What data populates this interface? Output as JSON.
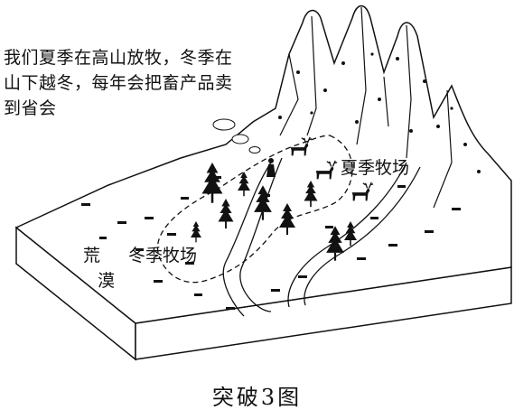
{
  "speech": {
    "lines": [
      "我们夏季在高山放牧，冬季在",
      "山下越冬，每年会把畜产品卖",
      "到省会"
    ]
  },
  "labels": {
    "summer_pasture": "夏季牧场",
    "winter_pasture": "冬季牧场",
    "desert_1": "荒",
    "desert_2": "漠"
  },
  "caption": "突破3图"
}
